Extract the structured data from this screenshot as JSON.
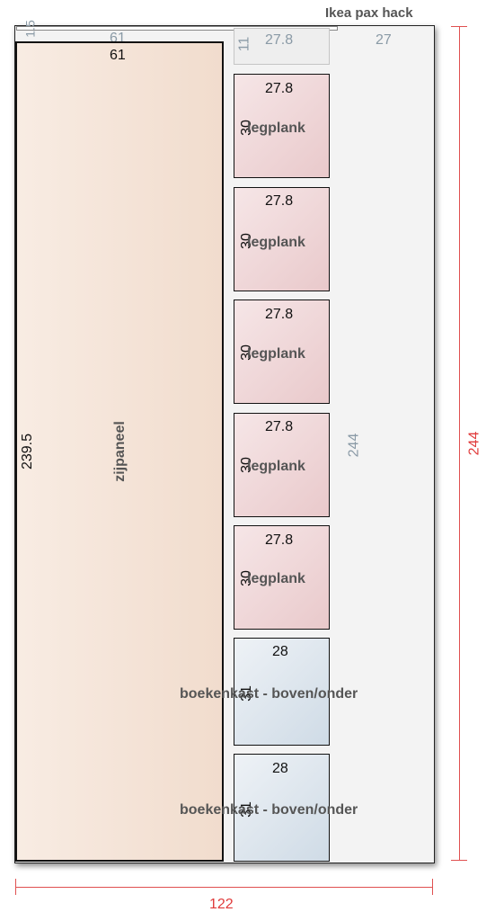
{
  "title": "Ikea pax hack",
  "sheet": {
    "width": "122",
    "height": "244",
    "offcut_width": "27",
    "offcut_height": "244"
  },
  "strip": {
    "thickness": "1.5",
    "length": "61"
  },
  "zijpaneel": {
    "label": "zijpaneel",
    "width": "61",
    "height": "239.5"
  },
  "small_piece": {
    "width": "27.8",
    "height": "11"
  },
  "legplanken": [
    {
      "label": "legplank",
      "width": "27.8",
      "height": "30"
    },
    {
      "label": "legplank",
      "width": "27.8",
      "height": "30"
    },
    {
      "label": "legplank",
      "width": "27.8",
      "height": "30"
    },
    {
      "label": "legplank",
      "width": "27.8",
      "height": "30"
    },
    {
      "label": "legplank",
      "width": "27.8",
      "height": "30"
    }
  ],
  "boekenkast": [
    {
      "label": "boekenkast - boven/onder",
      "width": "28",
      "height": "31"
    },
    {
      "label": "boekenkast - boven/onder",
      "width": "28",
      "height": "31"
    }
  ],
  "colors": {
    "dimension_line": "#e05050",
    "zijpaneel": "#f1dccd",
    "legplank": "#e9c9cb",
    "boekenkast": "#cfdbe6"
  }
}
